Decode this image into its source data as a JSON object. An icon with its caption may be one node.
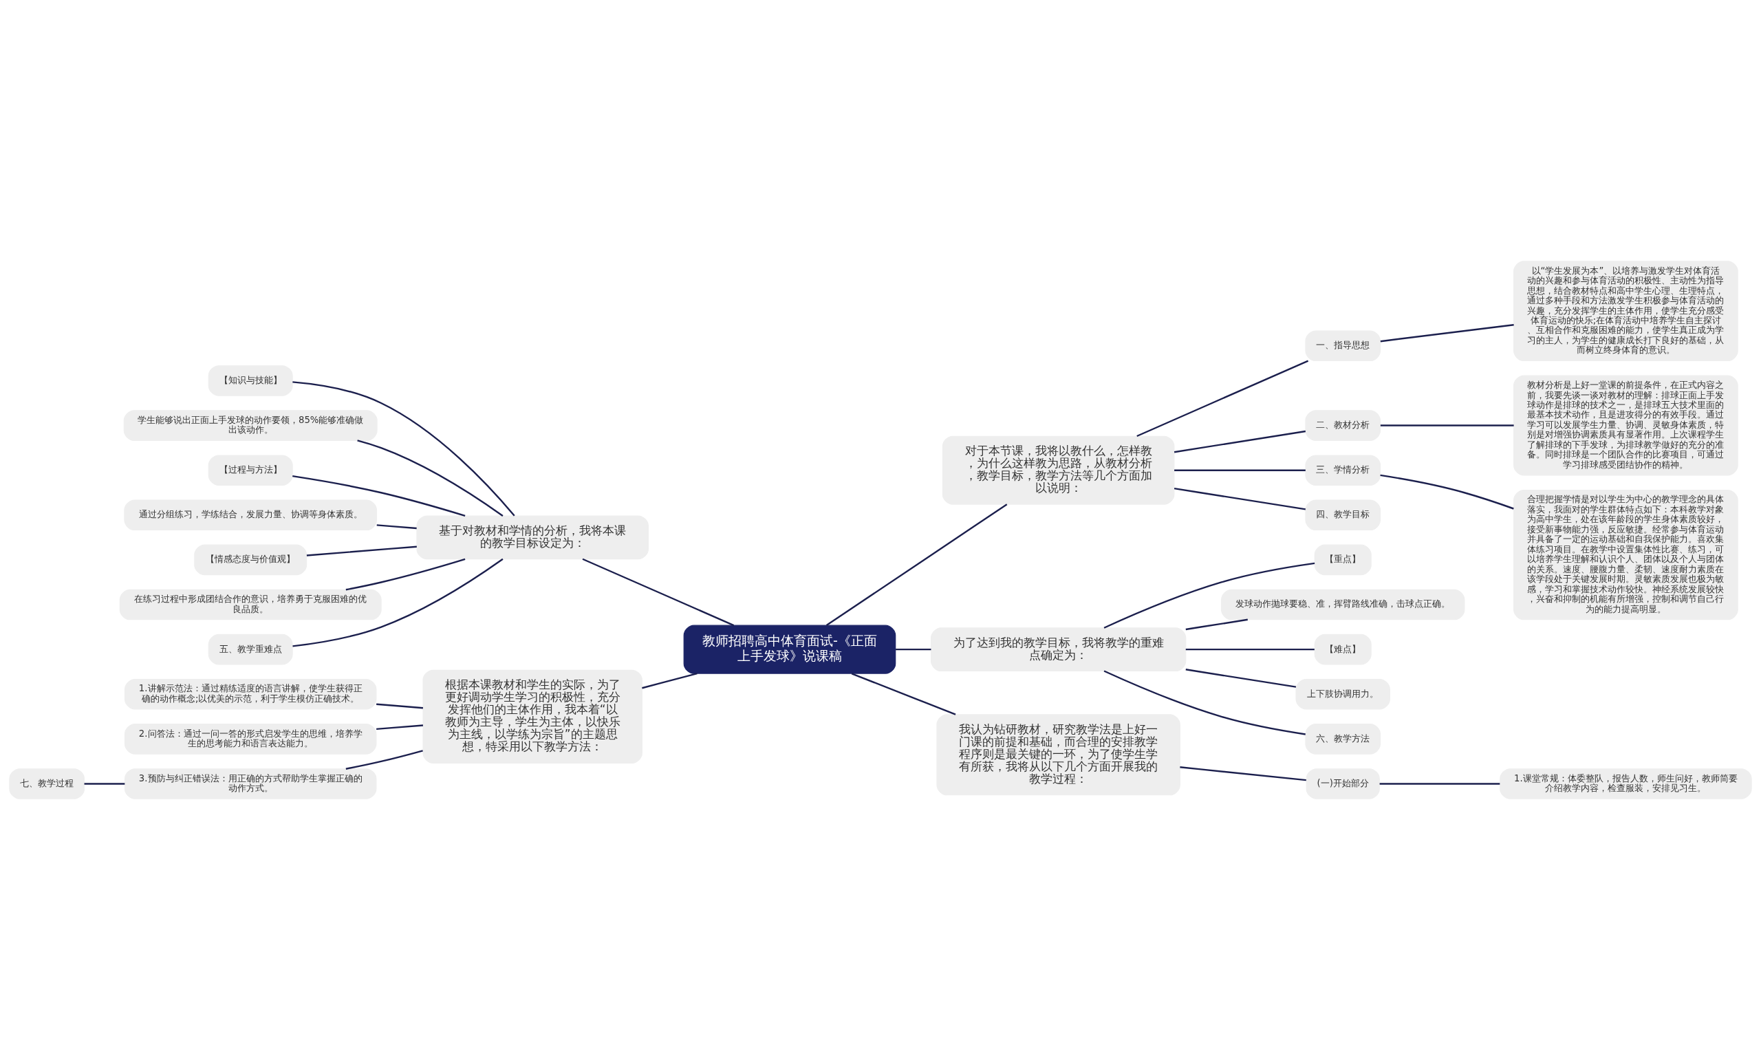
{
  "diagram": {
    "nodes": [
      {
        "text": [
          "教师招聘高中体育面试-《正面上手发球》说课稿"
        ]
      },
      {
        "text": [
          "对于本节课，我将以教什么，怎样教，为什么这样教为思路，从教材分析，教学目标，教学方法等几个方面加以说明："
        ]
      },
      {
        "text": [
          "一、指导思想"
        ]
      },
      {
        "text": [
          "以“学生发展为本”、以培养与激发学生对体育活动的兴趣和参与体育活动的积极性、主动性为指导思想，结合教材特点和高中学生心理、生理特点，通过多种手段和方法激发学生积极参与体育活动的兴趣，充分发挥学生的主体作用，使学生充分感受体育运动的快乐;在体育活动中培养学生自主探讨、互相合作和克服困难的能力，使学生真正成为学习的主人，为学生的健康成长打下良好的基础，从而树立终身体育的意识。"
        ]
      },
      {
        "text": [
          "二、教材分析"
        ]
      },
      {
        "text": [
          "教材分析是上好一堂课的前提条件，在正式内容之前，我要先谈一谈对教材的理解：排球正面上手发球动作是排球的技术之一，是排球五大技术里面的最基本技术动作，且是进攻得分的有效手段。通过学习可以发展学生力量、协调、灵敏身体素质，特别是对增强协调素质具有显著作用。上次课程学生了解排球的下手发球，为排球教学做好的充分的准备。同时排球是一个团队合作的比赛项目，可通过学习排球感受团结协作的精神。"
        ]
      },
      {
        "text": [
          "三、学情分析"
        ]
      },
      {
        "text": [
          "合理把握学情是对以学生为中心的教学理念的具体落实，我面对的学生群体特点如下：本科教学对象为高中学生，处在该年龄段的学生身体素质较好，接受新事物能力强，反应敏捷。经常参与体育运动并具备了一定的运动基础和自我保护能力。喜欢集体练习项目。在教学中设置集体性比赛、练习，可以培养学生理解和认识个人、团体以及个人与团体的关系。速度、腰腹力量、柔韧、速度耐力素质在该学段处于关键发展时期。灵敏素质发展也极为敏感，学习和掌握技术动作较快。神经系统发展较快，兴奋和抑制的机能有所增强，控制和调节自己行为的能力提高明显。"
        ]
      },
      {
        "text": [
          "四、教学目标"
        ]
      },
      {
        "text": [
          "基于对教材和学情的分析，我将本课的教学目标设定为："
        ]
      },
      {
        "text": [
          "【知识与技能】"
        ]
      },
      {
        "text": [
          "学生能够说出正面上手发球的动作要领，85%能够准确做出该动作。"
        ]
      },
      {
        "text": [
          "【过程与方法】"
        ]
      },
      {
        "text": [
          "通过分组练习，学练结合，发展力量、协调等身体素质。"
        ]
      },
      {
        "text": [
          "【情感态度与价值观】"
        ]
      },
      {
        "text": [
          "在练习过程中形成团结合作的意识，培养勇于克服困难的优良品质。"
        ]
      },
      {
        "text": [
          "五、教学重难点"
        ]
      },
      {
        "text": [
          "为了达到我的教学目标，我将教学的重难点确定为："
        ]
      },
      {
        "text": [
          "【重点】"
        ]
      },
      {
        "text": [
          "发球动作抛球要稳、准，挥臂路线准确，击球点正确。"
        ]
      },
      {
        "text": [
          "【难点】"
        ]
      },
      {
        "text": [
          "上下肢协调用力。"
        ]
      },
      {
        "text": [
          "六、教学方法"
        ]
      },
      {
        "text": [
          "根据本课教材和学生的实际，为了更好调动学生学习的积极性，充分发挥他们的主体作用，我本着“以教师为主导，学生为主体，以快乐为主线，以学练为宗旨”的主题思想，特采用以下教学方法："
        ]
      },
      {
        "text": [
          "1.讲解示范法：通过精练适度的语言讲解，使学生获得正确的动作概念;以优美的示范，利于学生模仿正确技术。"
        ]
      },
      {
        "text": [
          "2.问答法：通过一问一答的形式启发学生的思维，培养学生的思考能力和语言表达能力。"
        ]
      },
      {
        "text": [
          "3.预防与纠正错误法：用正确的方式帮助学生掌握正确的动作方式。"
        ]
      },
      {
        "text": [
          "七、教学过程"
        ]
      },
      {
        "text": [
          "我认为钻研教材，研究教学法是上好一门课的前提和基础，而合理的安排教学程序则是最关键的一环，为了使学生学有所获，我将从以下几个方面开展我的教学过程："
        ]
      },
      {
        "text": [
          "(一)开始部分"
        ]
      },
      {
        "text": [
          "1.课堂常规：体委整队，报告人数，师生问好，教师简要介绍教学内容，检查服装，安排见习生。"
        ]
      }
    ],
    "edges": [
      {
        "from": 0,
        "to": 1,
        "arrow": "none"
      },
      {
        "from": 1,
        "to": 2,
        "arrow": "none"
      },
      {
        "from": 2,
        "to": 3,
        "arrow": "none"
      },
      {
        "from": 1,
        "to": 4,
        "arrow": "none"
      },
      {
        "from": 4,
        "to": 5,
        "arrow": "none"
      },
      {
        "from": 1,
        "to": 6,
        "arrow": "none"
      },
      {
        "from": 6,
        "to": 7,
        "arrow": "none"
      },
      {
        "from": 1,
        "to": 8,
        "arrow": "none"
      },
      {
        "from": 0,
        "to": 9,
        "arrow": "none"
      },
      {
        "from": 9,
        "to": 10,
        "arrow": "none"
      },
      {
        "from": 9,
        "to": 11,
        "arrow": "none"
      },
      {
        "from": 9,
        "to": 12,
        "arrow": "none"
      },
      {
        "from": 9,
        "to": 13,
        "arrow": "none"
      },
      {
        "from": 9,
        "to": 14,
        "arrow": "none"
      },
      {
        "from": 9,
        "to": 15,
        "arrow": "none"
      },
      {
        "from": 9,
        "to": 16,
        "arrow": "none"
      },
      {
        "from": 0,
        "to": 17,
        "arrow": "none"
      },
      {
        "from": 17,
        "to": 18,
        "arrow": "none"
      },
      {
        "from": 17,
        "to": 19,
        "arrow": "none"
      },
      {
        "from": 17,
        "to": 20,
        "arrow": "none"
      },
      {
        "from": 17,
        "to": 21,
        "arrow": "none"
      },
      {
        "from": 17,
        "to": 22,
        "arrow": "none"
      },
      {
        "from": 0,
        "to": 23,
        "arrow": "none"
      },
      {
        "from": 23,
        "to": 24,
        "arrow": "none"
      },
      {
        "from": 23,
        "to": 25,
        "arrow": "none"
      },
      {
        "from": 23,
        "to": 26,
        "arrow": "none"
      },
      {
        "from": 26,
        "to": 27,
        "arrow": "none"
      },
      {
        "from": 0,
        "to": 28,
        "arrow": "none"
      },
      {
        "from": 28,
        "to": 29,
        "arrow": "none"
      },
      {
        "from": 29,
        "to": 30,
        "arrow": "none"
      }
    ]
  }
}
